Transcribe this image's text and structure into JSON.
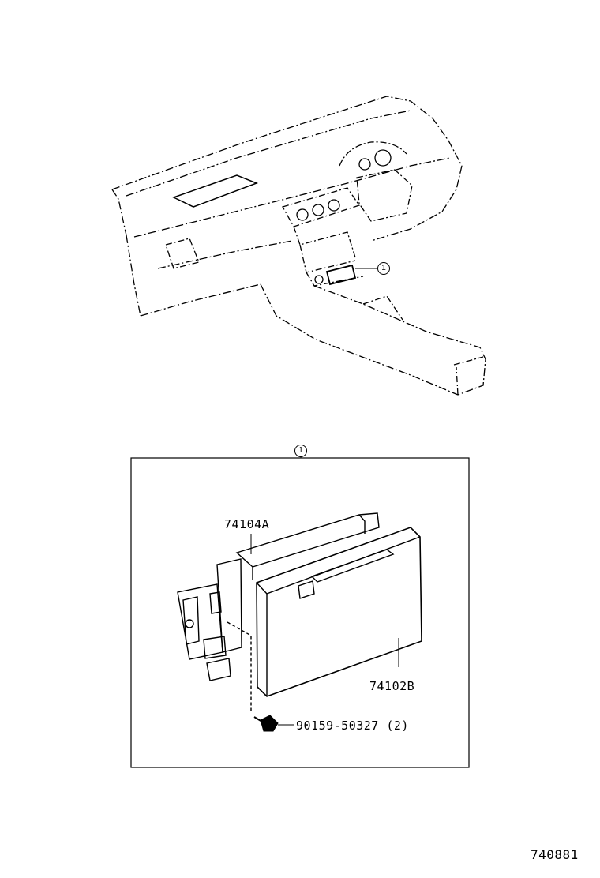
{
  "callouts": {
    "overview_ref": "1",
    "detail_ref": "1"
  },
  "parts": {
    "bracket": "74104A",
    "tray": "74102B",
    "screw": "90159-50327",
    "screw_qty": "(2)"
  },
  "diagram_id": "740881"
}
